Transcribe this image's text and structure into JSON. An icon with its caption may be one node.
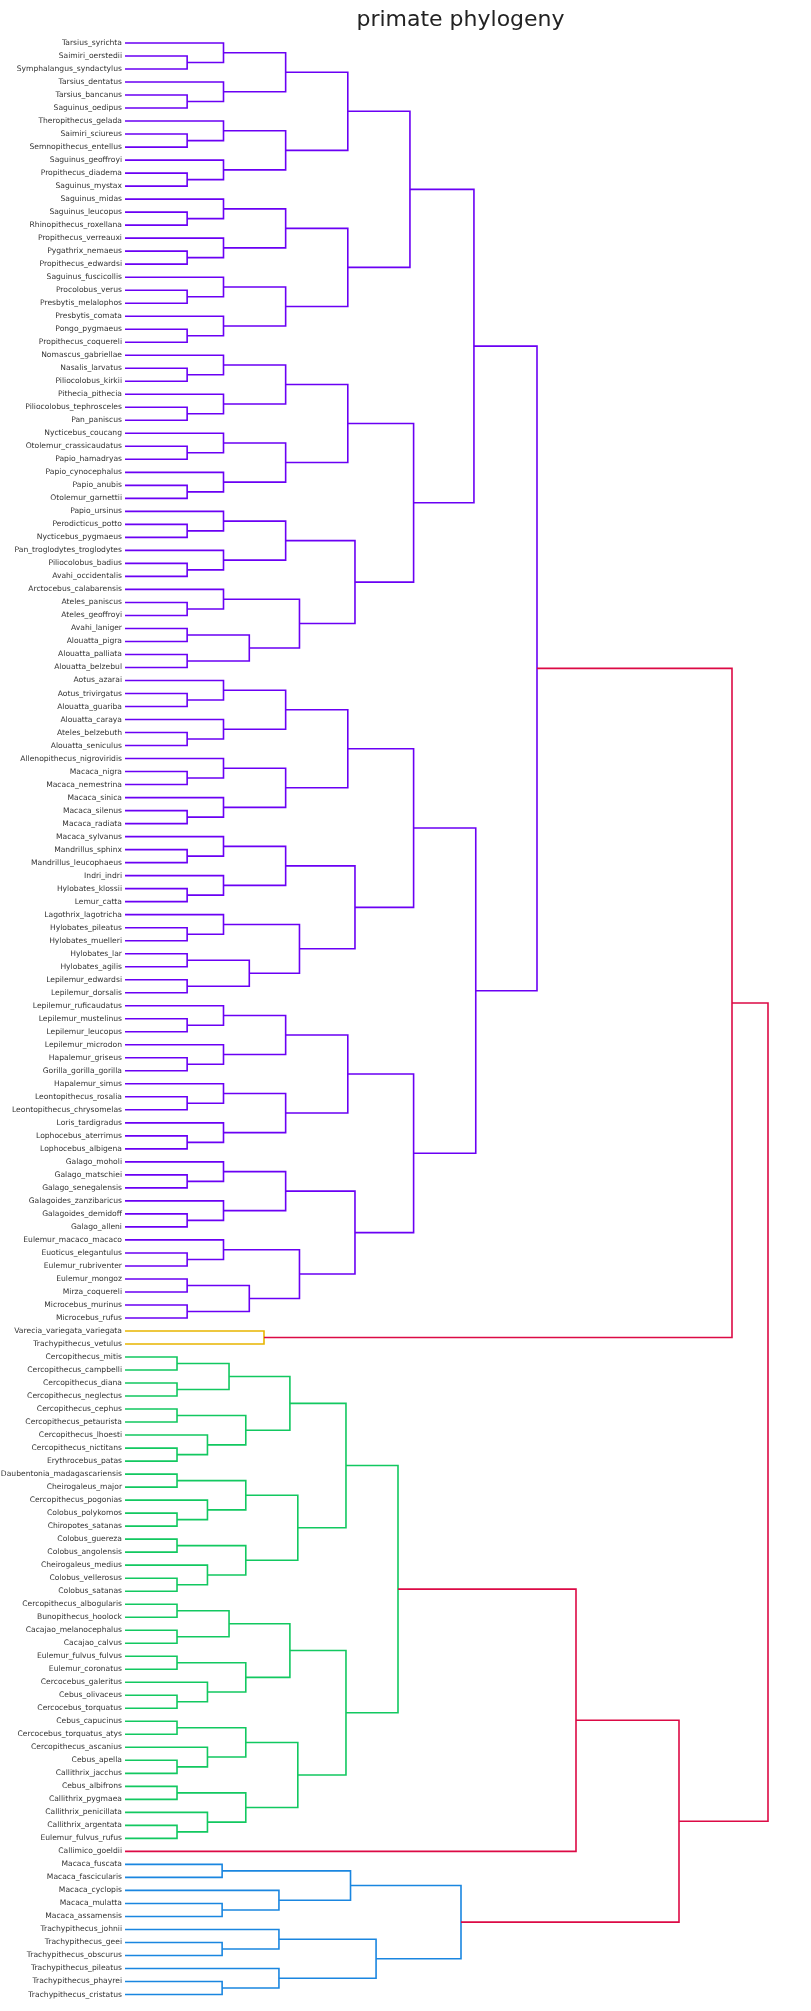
{
  "diagram": {
    "title": "primate phylogeny",
    "labels": [
      "Tarsius_syrichta",
      "Saimiri_oerstedii",
      "Symphalangus_syndactylus",
      "Tarsius_dentatus",
      "Tarsius_bancanus",
      "Saguinus_oedipus",
      "Theropithecus_gelada",
      "Saimiri_sciureus",
      "Semnopithecus_entellus",
      "Saguinus_geoffroyi",
      "Propithecus_diadema",
      "Saguinus_mystax",
      "Saguinus_midas",
      "Saguinus_leucopus",
      "Rhinopithecus_roxellana",
      "Propithecus_verreauxi",
      "Pygathrix_nemaeus",
      "Propithecus_edwardsi",
      "Saguinus_fuscicollis",
      "Procolobus_verus",
      "Presbytis_melalophos",
      "Presbytis_comata",
      "Pongo_pygmaeus",
      "Propithecus_coquereli",
      "Nomascus_gabriellae",
      "Nasalis_larvatus",
      "Piliocolobus_kirkii",
      "Pithecia_pithecia",
      "Piliocolobus_tephrosceles",
      "Pan_paniscus",
      "Nycticebus_coucang",
      "Otolemur_crassicaudatus",
      "Papio_hamadryas",
      "Papio_cynocephalus",
      "Papio_anubis",
      "Otolemur_garnettii",
      "Papio_ursinus",
      "Perodicticus_potto",
      "Nycticebus_pygmaeus",
      "Pan_troglodytes_troglodytes",
      "Piliocolobus_badius",
      "Avahi_occidentalis",
      "Arctocebus_calabarensis",
      "Ateles_paniscus",
      "Ateles_geoffroyi",
      "Avahi_laniger",
      "Alouatta_pigra",
      "Alouatta_palliata",
      "Alouatta_belzebul",
      "Aotus_azarai",
      "Aotus_trivirgatus",
      "Alouatta_guariba",
      "Alouatta_caraya",
      "Ateles_belzebuth",
      "Alouatta_seniculus",
      "Allenopithecus_nigroviridis",
      "Macaca_nigra",
      "Macaca_nemestrina",
      "Macaca_sinica",
      "Macaca_silenus",
      "Macaca_radiata",
      "Macaca_sylvanus",
      "Mandrillus_sphinx",
      "Mandrillus_leucophaeus",
      "Indri_indri",
      "Hylobates_klossii",
      "Lemur_catta",
      "Lagothrix_lagotricha",
      "Hylobates_pileatus",
      "Hylobates_muelleri",
      "Hylobates_lar",
      "Hylobates_agilis",
      "Lepilemur_edwardsi",
      "Lepilemur_dorsalis",
      "Lepilemur_ruficaudatus",
      "Lepilemur_mustelinus",
      "Lepilemur_leucopus",
      "Lepilemur_microdon",
      "Hapalemur_griseus",
      "Gorilla_gorilla_gorilla",
      "Hapalemur_simus",
      "Leontopithecus_rosalia",
      "Leontopithecus_chrysomelas",
      "Loris_tardigradus",
      "Lophocebus_aterrimus",
      "Lophocebus_albigena",
      "Galago_moholi",
      "Galago_matschiei",
      "Galago_senegalensis",
      "Galagoides_zanzibaricus",
      "Galagoides_demidoff",
      "Galago_alleni",
      "Eulemur_macaco_macaco",
      "Euoticus_elegantulus",
      "Eulemur_rubriventer",
      "Eulemur_mongoz",
      "Mirza_coquereli",
      "Microcebus_murinus",
      "Microcebus_rufus",
      "Varecia_variegata_variegata",
      "Trachypithecus_vetulus",
      "Cercopithecus_mitis",
      "Cercopithecus_campbelli",
      "Cercopithecus_diana",
      "Cercopithecus_neglectus",
      "Cercopithecus_cephus",
      "Cercopithecus_petaurista",
      "Cercopithecus_lhoesti",
      "Cercopithecus_nictitans",
      "Erythrocebus_patas",
      "Daubentonia_madagascariensis",
      "Cheirogaleus_major",
      "Cercopithecus_pogonias",
      "Colobus_polykomos",
      "Chiropotes_satanas",
      "Colobus_guereza",
      "Colobus_angolensis",
      "Cheirogaleus_medius",
      "Colobus_vellerosus",
      "Colobus_satanas",
      "Cercopithecus_albogularis",
      "Bunopithecus_hoolock",
      "Cacajao_melanocephalus",
      "Cacajao_calvus",
      "Eulemur_fulvus_fulvus",
      "Eulemur_coronatus",
      "Cercocebus_galeritus",
      "Cebus_olivaceus",
      "Cercocebus_torquatus",
      "Cebus_capucinus",
      "Cercocebus_torquatus_atys",
      "Cercopithecus_ascanius",
      "Cebus_apella",
      "Callithrix_jacchus",
      "Cebus_albifrons",
      "Callithrix_pygmaea",
      "Callithrix_penicillata",
      "Callithrix_argentata",
      "Eulemur_fulvus_rufus",
      "Callimico_goeldii",
      "Macaca_fuscata",
      "Macaca_fascicularis",
      "Macaca_cyclopis",
      "Macaca_mulatta",
      "Macaca_assamensis",
      "Trachypithecus_johnii",
      "Trachypithecus_geei",
      "Trachypithecus_obscurus",
      "Trachypithecus_pileatus",
      "Trachypithecus_phayrei",
      "Trachypithecus_cristatus"
    ]
  }
}
